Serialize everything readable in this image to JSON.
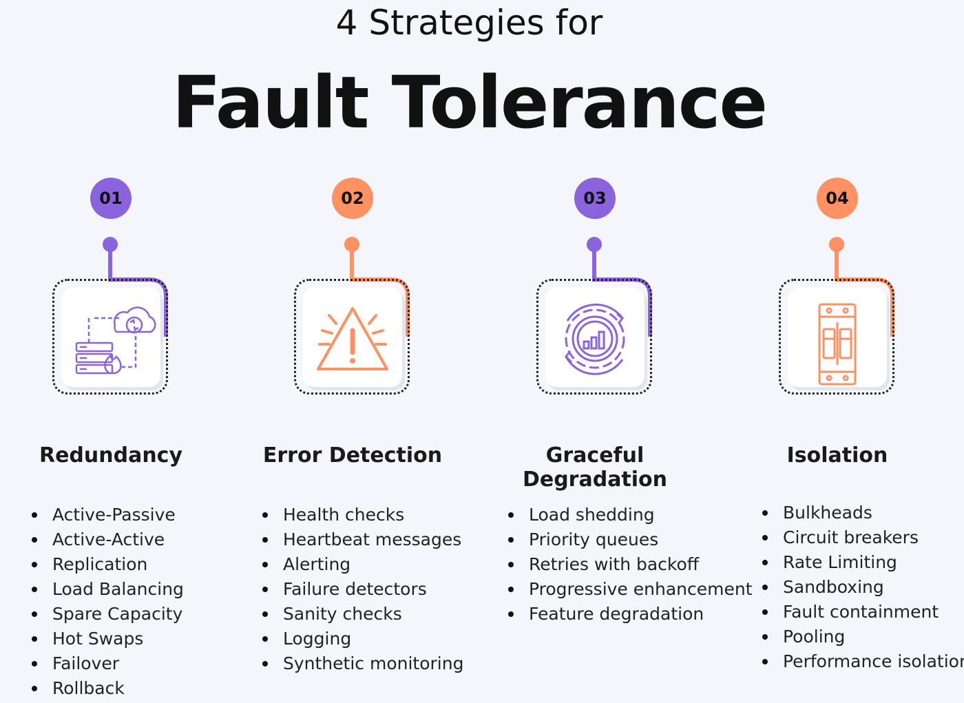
{
  "header": {
    "subtitle": "4 Strategies for",
    "title": "Fault Tolerance"
  },
  "colors": {
    "purple": "#8a63dd",
    "orange": "#ff9163",
    "background": "#f5f5fc"
  },
  "strategies": [
    {
      "number": "01",
      "name": "Redundancy",
      "icon": "server-cloud-sync-icon",
      "accent": "#8a63dd",
      "items": [
        "Active-Passive",
        "Active-Active",
        "Replication",
        "Load Balancing",
        "Spare Capacity",
        "Hot Swaps",
        "Failover",
        "Rollback"
      ]
    },
    {
      "number": "02",
      "name": "Error Detection",
      "icon": "warning-triangle-icon",
      "accent": "#ff9163",
      "items": [
        "Health checks",
        "Heartbeat messages",
        "Alerting",
        "Failure detectors",
        "Sanity checks",
        "Logging",
        "Synthetic monitoring"
      ]
    },
    {
      "number": "03",
      "name": "Graceful Degradation",
      "icon": "gear-chart-cycle-icon",
      "accent": "#8a63dd",
      "items": [
        "Load shedding",
        "Priority queues",
        "Retries with backoff",
        "Progressive enhancement",
        "Feature degradation"
      ]
    },
    {
      "number": "04",
      "name": "Isolation",
      "icon": "circuit-breaker-icon",
      "accent": "#ff9163",
      "items": [
        "Bulkheads",
        "Circuit breakers",
        "Rate Limiting",
        "Sandboxing",
        "Fault containment",
        "Pooling",
        "Performance isolation"
      ]
    }
  ]
}
